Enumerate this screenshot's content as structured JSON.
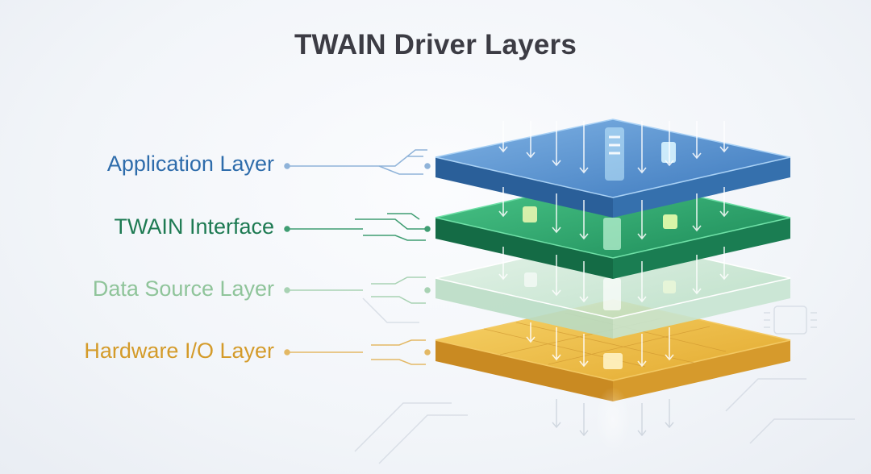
{
  "title": "TWAIN Driver Layers",
  "layers": [
    {
      "name": "Application Layer",
      "color": "#2e6cab"
    },
    {
      "name": "TWAIN Interface",
      "color": "#1d7a52"
    },
    {
      "name": "Data Source Layer",
      "color": "#8fc49a"
    },
    {
      "name": "Hardware I/O Layer",
      "color": "#d49b2a"
    }
  ]
}
